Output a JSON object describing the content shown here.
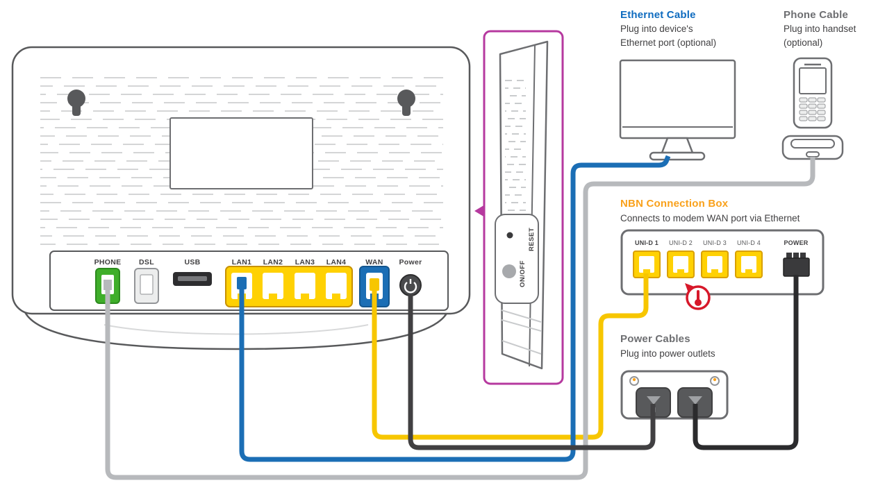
{
  "diagram": {
    "callouts": {
      "ethernet": {
        "title": "Ethernet Cable",
        "line1": "Plug into device's",
        "line2": "Ethernet port (optional)"
      },
      "phone": {
        "title": "Phone Cable",
        "line1": "Plug into handset",
        "line2": "(optional)"
      },
      "nbn": {
        "title": "NBN Connection Box",
        "line1": "Connects to modem WAN port via Ethernet"
      },
      "power": {
        "title": "Power Cables",
        "line1": "Plug into power outlets"
      }
    },
    "modem": {
      "ports": {
        "phone": "PHONE",
        "dsl": "DSL",
        "usb": "USB",
        "lan": [
          "LAN1",
          "LAN2",
          "LAN3",
          "LAN4"
        ],
        "wan": "WAN",
        "power": "Power"
      },
      "side": {
        "onoff": "ON/OFF",
        "reset": "RESET"
      }
    },
    "nbn_box": {
      "ports": [
        "UNI-D 1",
        "UNI-D 2",
        "UNI-D 3",
        "UNI-D 4"
      ],
      "power": "POWER"
    },
    "colors": {
      "heading_blue": "#0e6bbf",
      "heading_orange": "#f9a11b",
      "heading_gray": "#6d6e71",
      "ethernet_blue": "#1b6eb5",
      "cable_yellow": "#f7c600",
      "port_yellow": "#ffd103",
      "phone_cable_gray": "#b7b9bc",
      "power_cord_gray": "#414042",
      "nbn_cord_black": "#2b2b2d",
      "port_green": "#3fae2a",
      "accent_purple": "#b6399f",
      "warning_red": "#d7182a"
    }
  }
}
